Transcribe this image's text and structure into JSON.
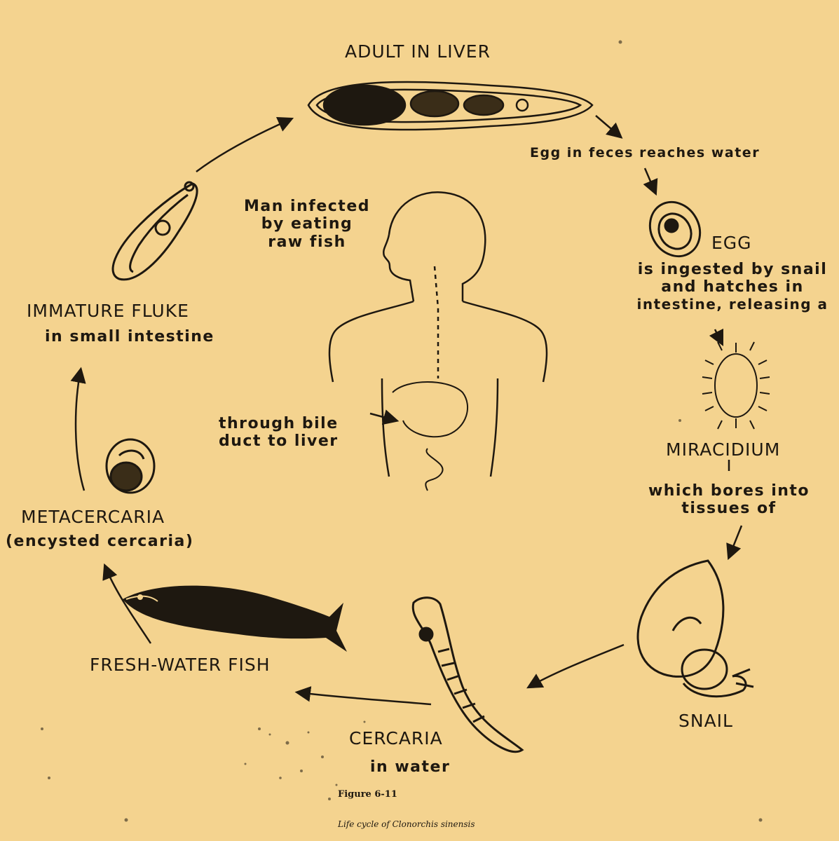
{
  "stages": {
    "adult": "ADULT IN LIVER",
    "egg_transition": "Egg in feces reaches water",
    "egg": "EGG",
    "egg_desc": [
      "is ingested by snail",
      "and hatches in",
      "intestine, releasing a"
    ],
    "miracidium": "MIRACIDIUM",
    "miracidium_desc": [
      "which bores into",
      "tissues of"
    ],
    "snail": "SNAIL",
    "cercaria": "CERCARIA",
    "cercaria_desc": "in water",
    "fish": "FRESH-WATER FISH",
    "metacercaria": "METACERCARIA",
    "metacercaria_desc": "(encysted cercaria)",
    "immature": "IMMATURE FLUKE",
    "immature_desc": "in small intestine",
    "man": [
      "Man infected",
      "by eating",
      "raw fish"
    ],
    "bile": [
      "through bile",
      "duct to liver"
    ]
  },
  "figure": {
    "number": "Figure 6-11",
    "caption": "Life cycle of Clonorchis sinensis"
  },
  "colors": {
    "paper": "#f4d38f",
    "ink": "#1e1810"
  }
}
